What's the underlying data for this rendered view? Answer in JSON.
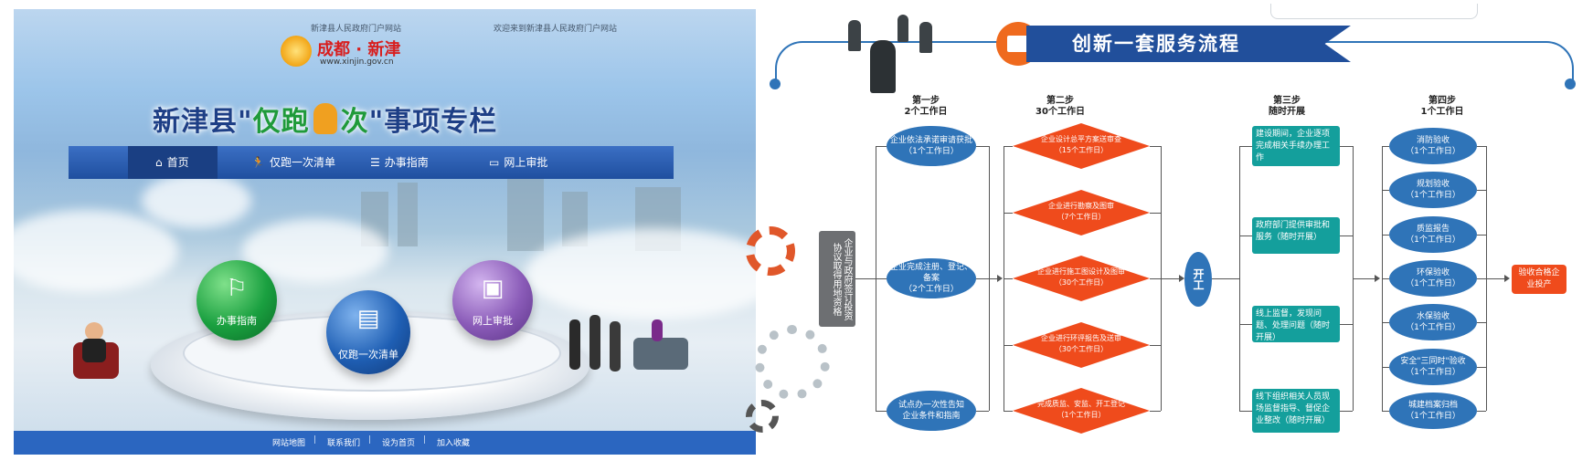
{
  "left_panel": {
    "header": {
      "small_left": "新津县人民政府门户网站",
      "logo_text": "成都 · 新津",
      "logo_url": "www.xinjin.gov.cn",
      "small_right": "欢迎来到新津县人民政府门户网站"
    },
    "banner": {
      "title_pre": "新津县\"",
      "title_mid1": "仅跑",
      "title_mid2": "次",
      "title_post": "\"事项专栏"
    },
    "nav": [
      {
        "label": "首页",
        "icon": "home-icon"
      },
      {
        "label": "仅跑一次清单",
        "icon": "runner-icon"
      },
      {
        "label": "办事指南",
        "icon": "guide-icon"
      },
      {
        "label": "网上审批",
        "icon": "monitor-icon"
      }
    ],
    "balls": [
      {
        "label": "办事指南",
        "icon": "signpost-icon",
        "color": "#1aa040"
      },
      {
        "label": "仅跑一次清单",
        "icon": "clipboard-icon",
        "color": "#1f5fb4"
      },
      {
        "label": "网上审批",
        "icon": "computer-icon",
        "color": "#8a5bb8"
      }
    ],
    "footer": [
      "网站地图",
      "联系我们",
      "设为首页",
      "加入收藏"
    ]
  },
  "right_panel": {
    "title": "创新一套服务流程",
    "steps": [
      {
        "name": "第一步",
        "days": "2个工作日"
      },
      {
        "name": "第二步",
        "days": "30个工作日"
      },
      {
        "name": "第三步",
        "days": "随时开展"
      },
      {
        "name": "第四步",
        "days": "1个工作日"
      }
    ],
    "start_box": "企业与政府签订投资协议取得用地资格",
    "step1": [
      {
        "line1": "企业依法承诺审请获批",
        "line2": "（1个工作日）"
      },
      {
        "line1": "企业完成注册、登记、备案",
        "line2": "（2个工作日）"
      },
      {
        "line1": "试点办一次性告知",
        "line2": "企业条件和指南"
      }
    ],
    "step2": [
      {
        "line1": "企业设计总平方案送审查",
        "line2": "（15个工作日）"
      },
      {
        "line1": "企业进行勘察及图审",
        "line2": "（7个工作日）"
      },
      {
        "line1": "企业进行施工图设计及图审",
        "line2": "（30个工作日）"
      },
      {
        "line1": "企业进行环评报告及送审",
        "line2": "（30个工作日）"
      },
      {
        "line1": "完成质监、安监、开工登记",
        "line2": "（1个工作日）"
      }
    ],
    "kaigong": "开工",
    "step3": [
      {
        "text": "建设期间，企业逐项完成相关手续办理工作"
      },
      {
        "text": "政府部门提供审批和服务（随时开展）"
      },
      {
        "text": "线上监督，发现问题、处理问题（随时开展）"
      },
      {
        "text": "线下组织相关人员现场监督指导、督促企业整改（随时开展）"
      }
    ],
    "step4": [
      {
        "line1": "消防验收",
        "line2": "（1个工作日）"
      },
      {
        "line1": "规划验收",
        "line2": "（1个工作日）"
      },
      {
        "line1": "质监报告",
        "line2": "（1个工作日）"
      },
      {
        "line1": "环保验收",
        "line2": "（1个工作日）"
      },
      {
        "line1": "水保验收",
        "line2": "（1个工作日）"
      },
      {
        "line1": "安全\"三同时\"验收",
        "line2": "（1个工作日）"
      },
      {
        "line1": "城建档案归档",
        "line2": "（1个工作日）"
      }
    ],
    "end_box": "验收合格企业投产",
    "colors": {
      "blue": "#2f74b8",
      "teal": "#149f9c",
      "orange": "#ef4b1c",
      "navy": "#214f9b"
    }
  }
}
